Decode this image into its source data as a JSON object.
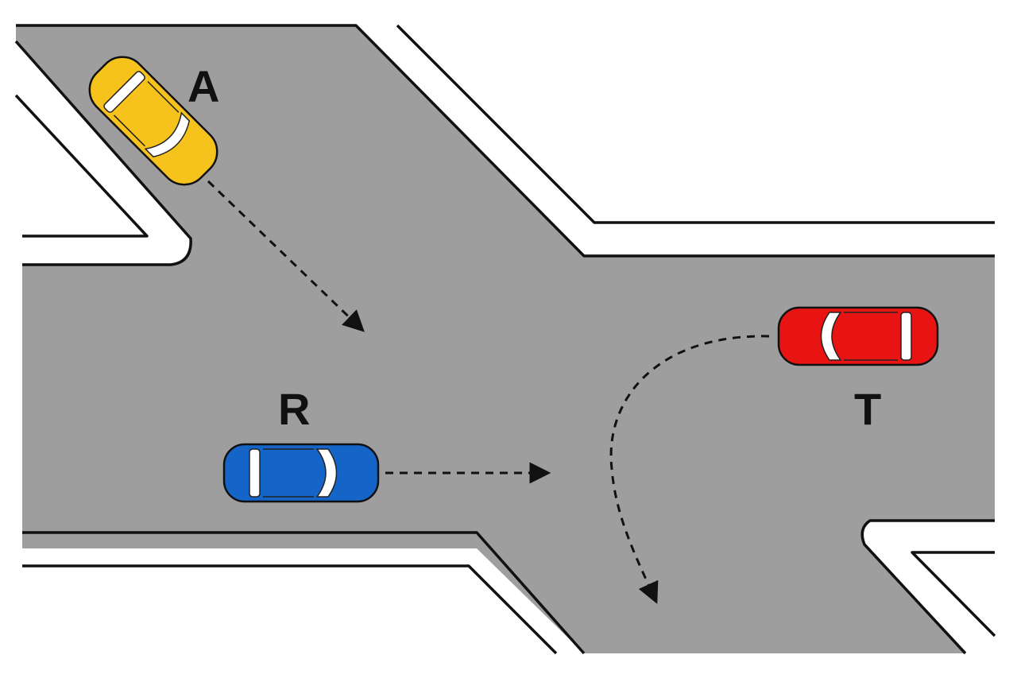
{
  "colors": {
    "road": "#9e9e9e",
    "curb": "#111111",
    "background": "#ffffff",
    "car_a": "#f6c21c",
    "car_r": "#1565c8",
    "car_t": "#e81414"
  },
  "cars": {
    "a": {
      "label": "A",
      "color": "car_a",
      "heading": "south-east",
      "movement": "straight"
    },
    "r": {
      "label": "R",
      "color": "car_r",
      "heading": "east",
      "movement": "straight"
    },
    "t": {
      "label": "T",
      "color": "car_t",
      "heading": "west",
      "movement": "left-turn"
    }
  }
}
